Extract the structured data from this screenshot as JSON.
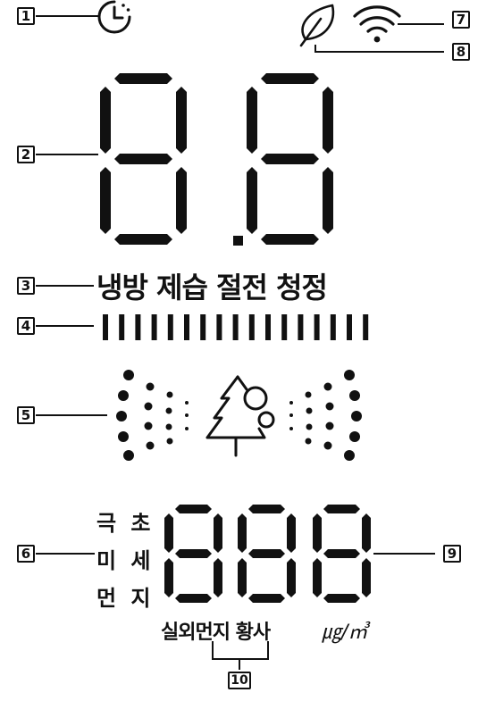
{
  "callouts": [
    "1",
    "2",
    "3",
    "4",
    "5",
    "6",
    "7",
    "8",
    "9",
    "10"
  ],
  "display": {
    "modes_text": "냉방 제습 절전 청정",
    "pm_labels": [
      "극 초",
      "미 세",
      "먼 지"
    ],
    "dust_modes_text": "실외먼지 황사",
    "unit_text": "㎍/㎥"
  },
  "icons": [
    "timer-icon",
    "leaf-icon",
    "wifi-icon",
    "tree-icon",
    "particles-icon"
  ],
  "level_bar_segments": 17
}
